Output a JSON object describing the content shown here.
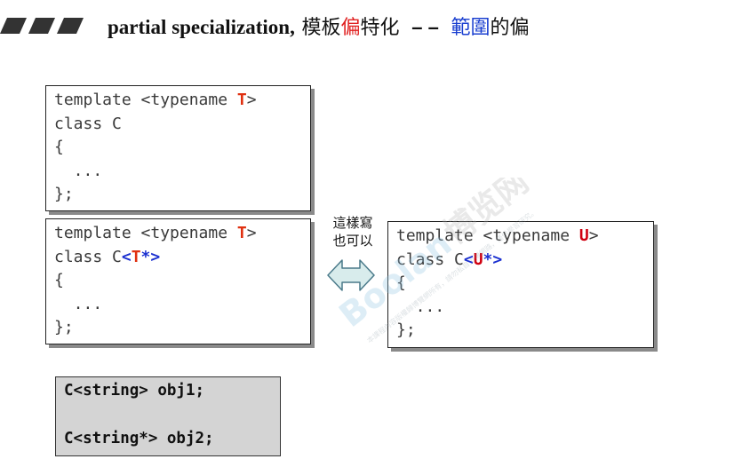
{
  "title": {
    "en": "partial specialization,",
    "zh_part1": "模板",
    "zh_red": "偏",
    "zh_part2": "特化",
    "dash": "– –",
    "zh_blue": "範圍",
    "zh_part3": "的偏"
  },
  "box1": {
    "line1_pre": "template <typename ",
    "line1_T": "T",
    "line1_post": ">",
    "line2": "class C",
    "line3": "{",
    "line4": "  ...",
    "line5": "};"
  },
  "box2": {
    "line1_pre": "template <typename ",
    "line1_T": "T",
    "line1_post": ">",
    "line2_pre": "class C",
    "line2_lt": "<",
    "line2_T": "T",
    "line2_star": "*>",
    "line3": "{",
    "line4": "  ...",
    "line5": "};"
  },
  "box3": {
    "line1_pre": "template <typename ",
    "line1_U": "U",
    "line1_post": ">",
    "line2_pre": "class C",
    "line2_lt": "<",
    "line2_U": "U",
    "line2_star": "*>",
    "line3": "{",
    "line4": "  ...",
    "line5": "};"
  },
  "side_label": {
    "line1": "這樣寫",
    "line2": "也可以"
  },
  "usage": {
    "line1": "C<string> obj1;",
    "line2": "C<string*> obj2;"
  },
  "watermark": {
    "brand": "Boolan",
    "zh": "博览网"
  },
  "colors": {
    "red": "#e02020",
    "blue": "#1a3fd0",
    "arrow_fill": "#d8ecec",
    "grey_box": "#d4d4d4"
  },
  "icons": {
    "slashes": "slash-bars-icon",
    "arrow": "double-arrow-icon"
  }
}
